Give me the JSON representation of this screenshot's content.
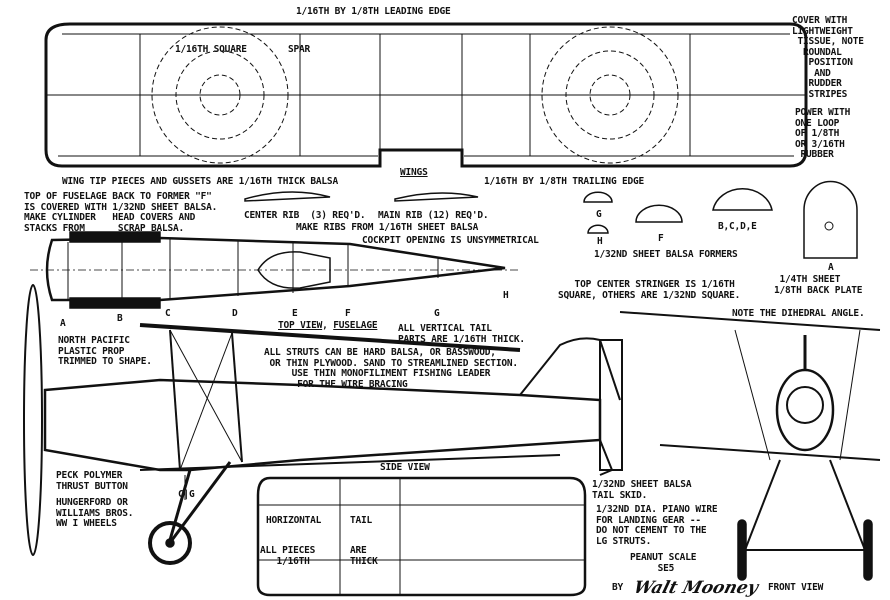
{
  "wing": {
    "leading_edge": "1/16TH BY 1/8TH LEADING EDGE",
    "square": "1/16TH SQUARE",
    "spar": "SPAR",
    "tip_note": "WING TIP PIECES AND GUSSETS ARE 1/16TH THICK BALSA",
    "title": "WINGS",
    "trailing_edge": "1/16TH BY 1/8TH TRAILING EDGE"
  },
  "notes": {
    "cover": "COVER WITH\nLIGHTWEIGHT\n TISSUE, NOTE\n  ROUNDAL\n   POSITION\n    AND\n   RUDDER\n   STRIPES",
    "power": "POWER WITH\nONE LOOP\nOF 1/8TH\nOR 3/16TH\n RUBBER",
    "fuselage_top": "TOP OF FUSELAGE BACK TO FORMER \"F\"\nIS COVERED WITH 1/32ND SHEET BALSA.\nMAKE CYLINDER   HEAD COVERS AND\nSTACKS FROM      SCRAP BALSA.",
    "center_rib": "CENTER RIB  (3) REQ'D.",
    "main_rib": "MAIN RIB (12) REQ'D.",
    "ribs_from": "MAKE RIBS FROM 1/16TH SHEET BALSA",
    "cockpit": "COCKPIT OPENING IS UNSYMMETRICAL",
    "stringer": "   TOP CENTER STRINGER IS 1/16TH\nSQUARE, OTHERS ARE 1/32ND SQUARE.",
    "vertical_tail": "ALL VERTICAL TAIL\nPARTS ARE 1/16TH THICK.",
    "struts": "ALL STRUTS CAN BE HARD BALSA, OR BASSWOOD,\n OR THIN PLYWOOD. SAND TO STREAMLINED SECTION.\n     USE THIN MONOFILIMENT FISHING LEADER\n      FOR THE WIRE BRACING",
    "dihedral": "NOTE THE DIHEDRAL ANGLE.",
    "prop": "NORTH PACIFIC\nPLASTIC PROP\nTRIMMED TO SHAPE.",
    "thrust": "PECK POLYMER\nTHRUST BUTTON",
    "wheels": "HUNGERFORD OR\nWILLIAMS BROS.\nWW I WHEELS",
    "tail_skid": "1/32ND SHEET BALSA\nTAIL SKID.",
    "landing_gear": "1/32ND DIA. PIANO WIRE\nFOR LANDING GEAR --\nDO NOT CEMENT TO THE\nLG STRUTS."
  },
  "formers": {
    "g": "G",
    "h": "H",
    "f": "F",
    "bcde": "B,C,D,E",
    "a": "A",
    "title": "1/32ND SHEET BALSA FORMERS",
    "a_note": " 1/4TH SHEET\n1/8TH BACK PLATE"
  },
  "stations": [
    "A",
    "B",
    "C",
    "D",
    "E",
    "F",
    "G",
    "H"
  ],
  "views": {
    "top_view": "TOP VIEW",
    "fuselage": "FUSELAGE",
    "side_view": "SIDE VIEW",
    "front_view": "FRONT VIEW",
    "cg": "C|G"
  },
  "tail": {
    "horizontal": "HORIZONTAL",
    "tail": "TAIL",
    "all_pieces": "ALL PIECES\n   1/16TH",
    "are_thick": "ARE\nTHICK"
  },
  "credit": {
    "scale": "PEANUT SCALE\n     SE5",
    "by": "BY",
    "signature": "Walt Mooney"
  }
}
